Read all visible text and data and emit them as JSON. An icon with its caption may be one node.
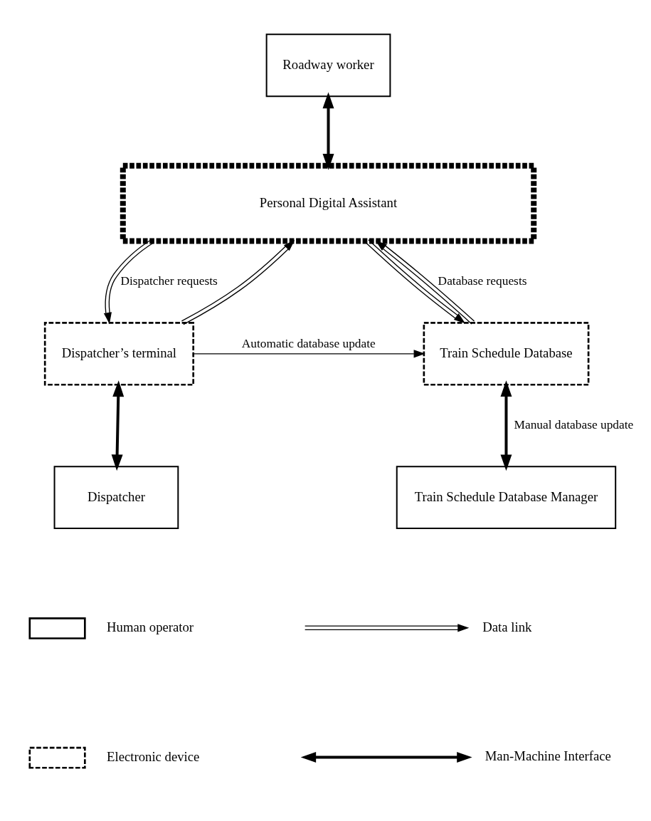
{
  "diagram": {
    "nodes": [
      {
        "text": [
          "Roadway worker"
        ]
      },
      {
        "text": [
          "Personal Digital Assistant"
        ]
      },
      {
        "text": [
          "Dispatcher’s terminal"
        ]
      },
      {
        "text": [
          "Train Schedule Database"
        ]
      },
      {
        "text": [
          "Dispatcher"
        ]
      },
      {
        "text": [
          "Train Schedule Database Manager"
        ]
      }
    ],
    "edges": [
      {
        "from": 0,
        "to": 1,
        "arrow": "both",
        "style": "thick"
      },
      {
        "from": 1,
        "to": 2,
        "arrow": "to",
        "label": "Dispatcher requests"
      },
      {
        "from": 2,
        "to": 1,
        "arrow": "to"
      },
      {
        "from": 1,
        "to": 3,
        "arrow": "to"
      },
      {
        "from": 3,
        "to": 1,
        "arrow": "to",
        "label": "Database requests"
      },
      {
        "from": 2,
        "to": 3,
        "arrow": "to",
        "label": "Automatic database update"
      },
      {
        "from": 2,
        "to": 4,
        "arrow": "both",
        "style": "thick"
      },
      {
        "from": 3,
        "to": 5,
        "arrow": "both",
        "style": "thick",
        "label": "Manual database update"
      }
    ],
    "legend": [
      {
        "text": "Human operator"
      },
      {
        "text": "Data link"
      },
      {
        "text": "Electronic device"
      },
      {
        "text": "Man-Machine Interface"
      }
    ]
  }
}
